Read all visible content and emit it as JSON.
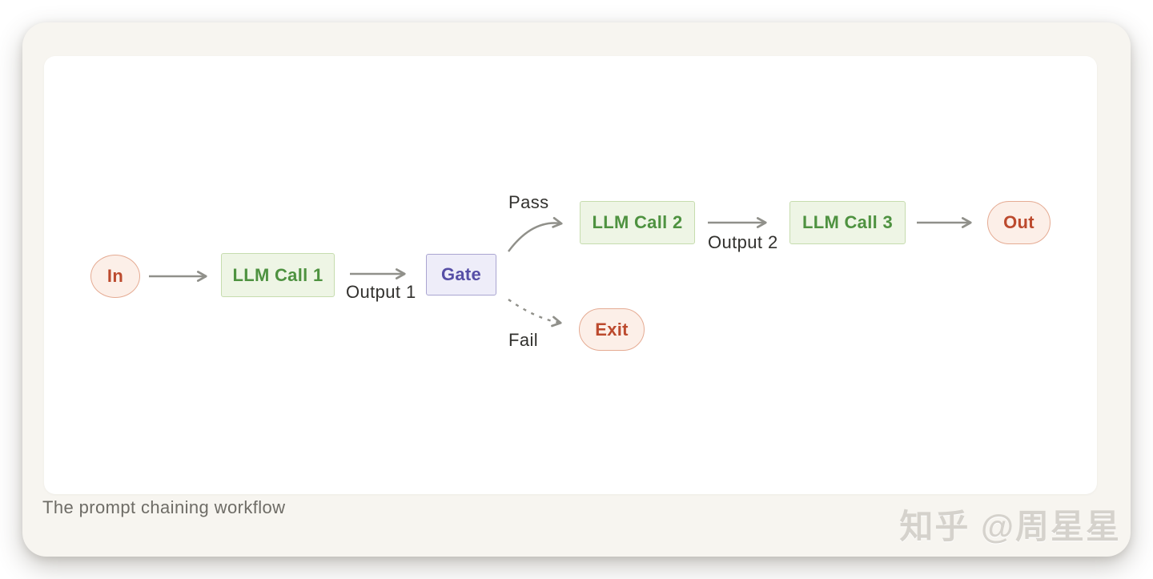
{
  "figure": {
    "caption": "The prompt chaining workflow",
    "watermark": "知乎 @周星星"
  },
  "diagram": {
    "nodes": {
      "in": {
        "label": "In"
      },
      "llm1": {
        "label": "LLM Call 1"
      },
      "gate": {
        "label": "Gate"
      },
      "llm2": {
        "label": "LLM Call 2"
      },
      "llm3": {
        "label": "LLM Call 3"
      },
      "out": {
        "label": "Out"
      },
      "exit": {
        "label": "Exit"
      }
    },
    "edges": {
      "output1": "Output 1",
      "output2": "Output 2",
      "pass": "Pass",
      "fail": "Fail"
    }
  },
  "colors": {
    "page_bg": "#ffffff",
    "card_bg": "#f7f5f0",
    "canvas_bg": "#ffffff",
    "pink_bg": "#fcefe8",
    "pink_border": "#e5ab93",
    "pink_text": "#bc4a2e",
    "green_bg": "#eef5e5",
    "green_border": "#c6dcae",
    "green_text": "#4e9240",
    "purple_bg": "#eeedf9",
    "purple_border": "#aaa5d1",
    "purple_text": "#564ea6",
    "arrow": "#90908a",
    "edge_label": "#32312e",
    "caption_text": "#6e6c66",
    "watermark_text": "#d5d2cc"
  }
}
